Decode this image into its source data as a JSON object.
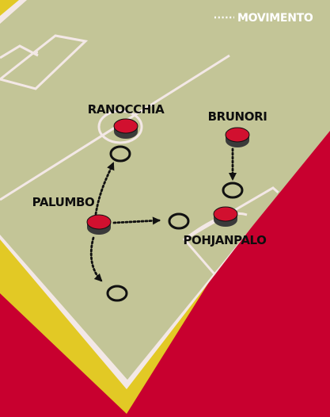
{
  "legend": {
    "label": "MOVIMENTO"
  },
  "colors": {
    "background": "#c8002f",
    "border": "#e2c925",
    "pitch": "#c3c597",
    "lines": "#f3e8e6",
    "player": "#d1102f",
    "arrow": "#111111"
  },
  "players": [
    {
      "id": "ranocchia",
      "name": "RANOCCHIA"
    },
    {
      "id": "brunori",
      "name": "BRUNORI"
    },
    {
      "id": "palumbo",
      "name": "PALUMBO"
    },
    {
      "id": "pohjanpalo",
      "name": "POHJANPALO"
    }
  ]
}
